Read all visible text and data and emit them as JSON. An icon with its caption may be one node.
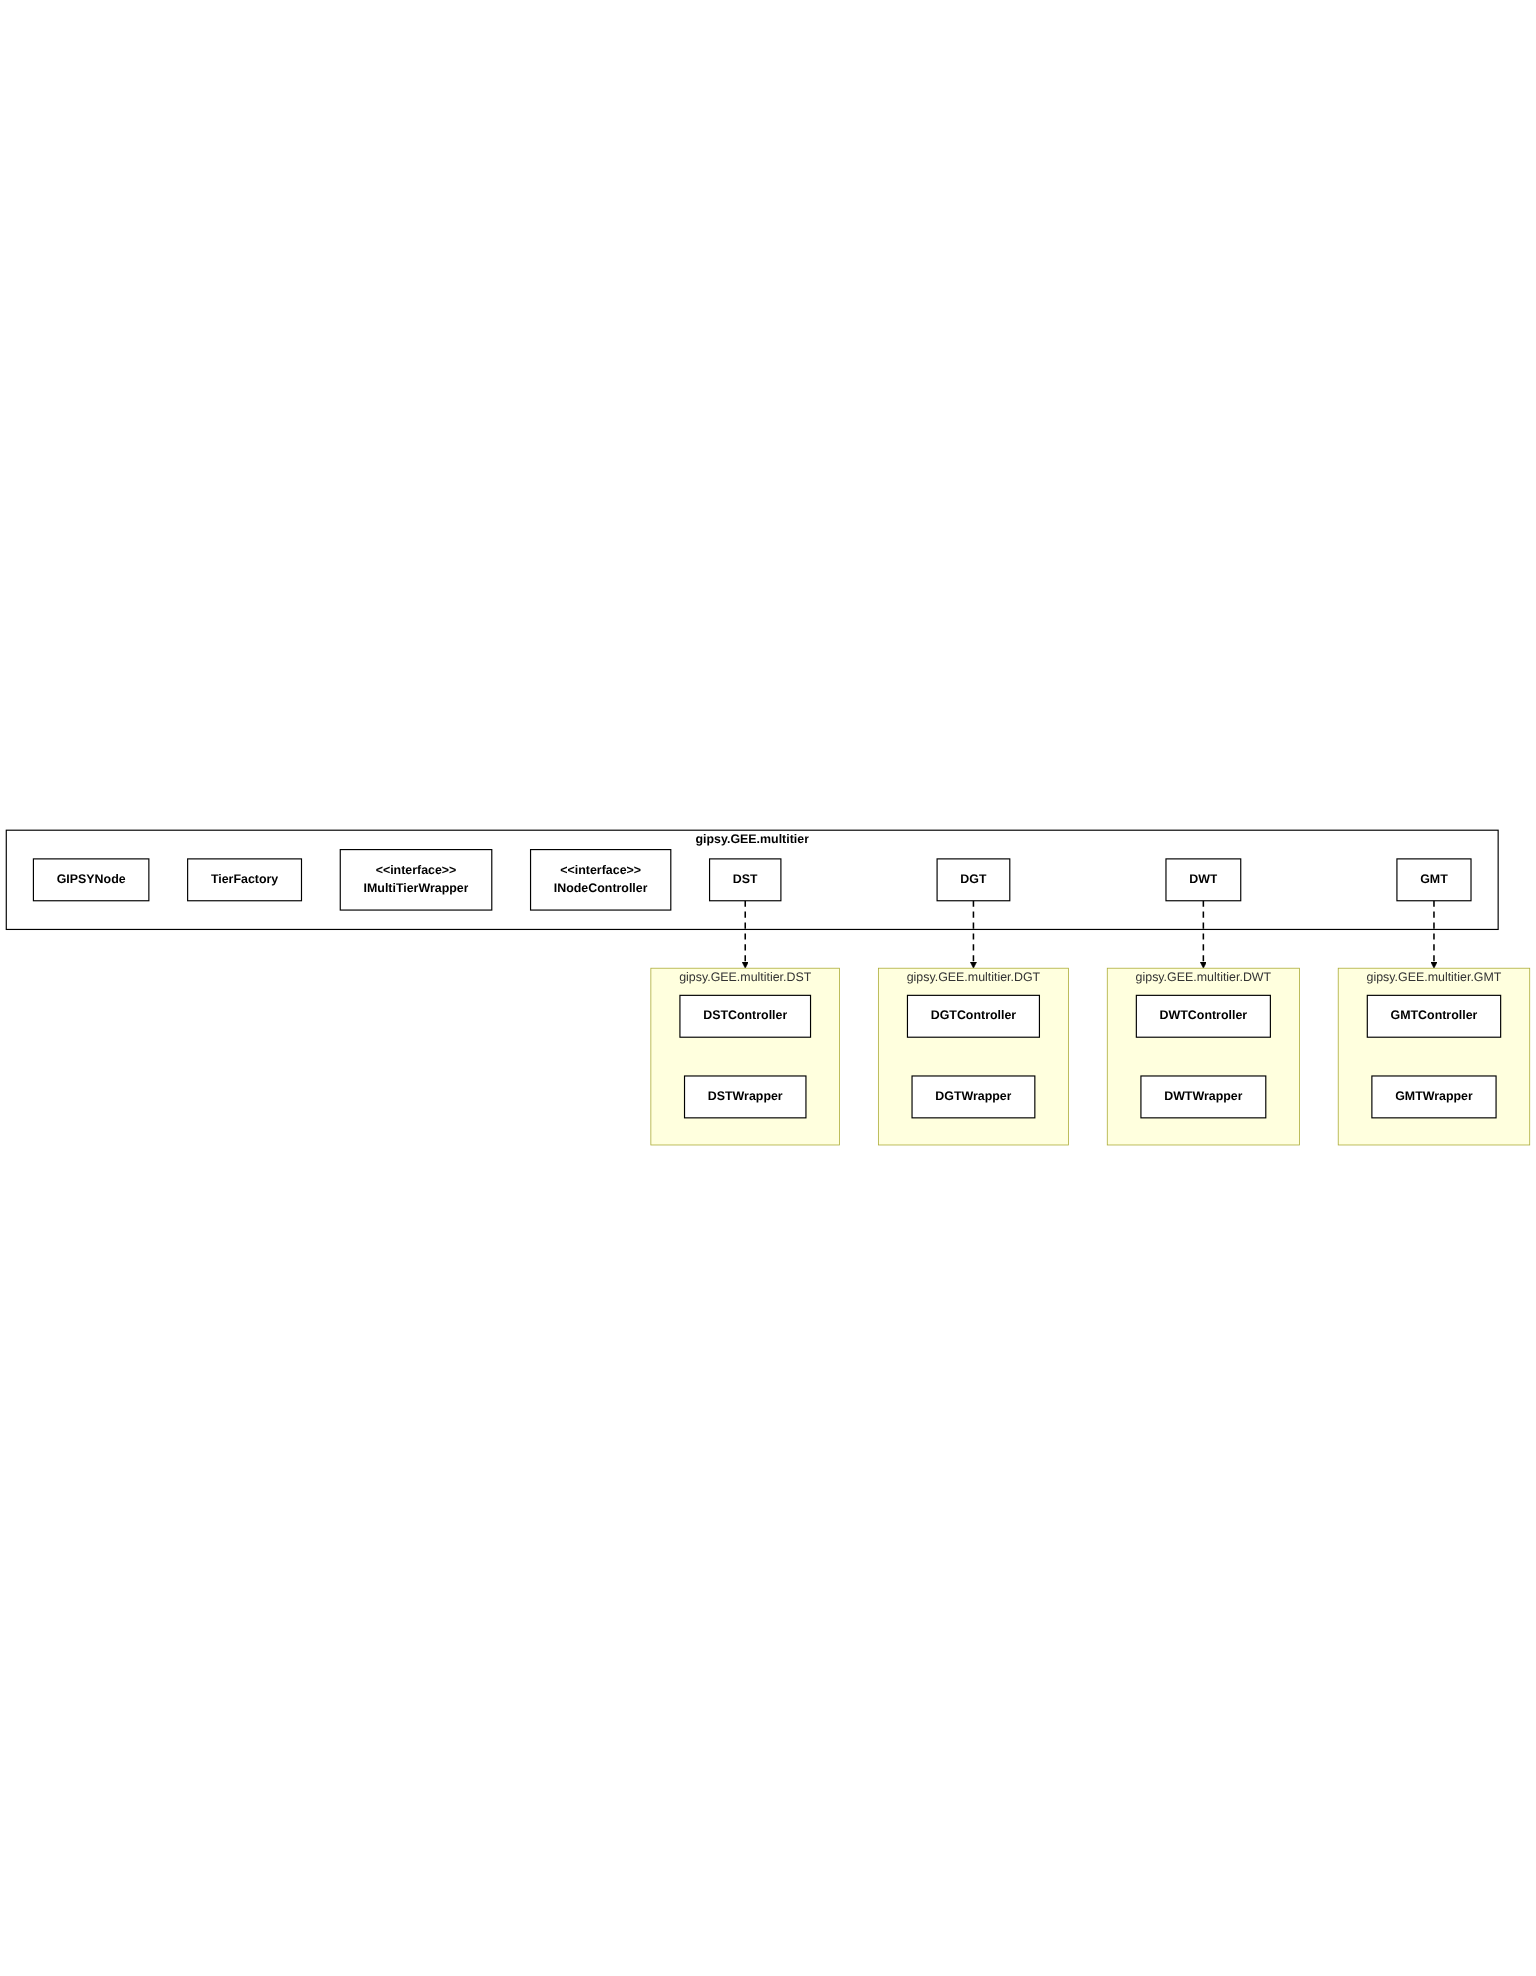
{
  "diagram": {
    "nodes": [
      {
        "text": [
          "gipsy.GEE.multitier"
        ]
      },
      {
        "text": [
          "GIPSYNode"
        ],
        "in": 0
      },
      {
        "text": [
          "TierFactory"
        ],
        "in": 0
      },
      {
        "text": [
          "<<interface>>",
          "IMultiTierWrapper"
        ],
        "in": 0
      },
      {
        "text": [
          "<<interface>>",
          "INodeController"
        ],
        "in": 0
      },
      {
        "text": [
          "DST"
        ],
        "in": 0
      },
      {
        "text": [
          "DGT"
        ],
        "in": 0
      },
      {
        "text": [
          "DWT"
        ],
        "in": 0
      },
      {
        "text": [
          "GMT"
        ],
        "in": 0
      },
      {
        "text": [
          "gipsy.GEE.multitier.DST"
        ]
      },
      {
        "text": [
          "DSTController"
        ],
        "in": 9
      },
      {
        "text": [
          "DSTWrapper"
        ],
        "in": 9
      },
      {
        "text": [
          "gipsy.GEE.multitier.GMT"
        ]
      },
      {
        "text": [
          "GMTController"
        ],
        "in": 12
      },
      {
        "text": [
          "GMTWrapper"
        ],
        "in": 12
      },
      {
        "text": [
          "gipsy.GEE.multitier.DGT"
        ]
      },
      {
        "text": [
          "DGTController"
        ],
        "in": 15
      },
      {
        "text": [
          "DGTWrapper"
        ],
        "in": 15
      },
      {
        "text": [
          "gipsy.GEE.multitier.DWT"
        ]
      },
      {
        "text": [
          "DWTController"
        ],
        "in": 18
      },
      {
        "text": [
          "DWTWrapper"
        ],
        "in": 18
      }
    ],
    "edges": [
      {
        "from": 5,
        "to": 9,
        "arrow": "to",
        "style": "dashed"
      },
      {
        "from": 6,
        "to": 15,
        "arrow": "to",
        "style": "dashed"
      },
      {
        "from": 7,
        "to": 18,
        "arrow": "to",
        "style": "dashed"
      },
      {
        "from": 8,
        "to": 12,
        "arrow": "to",
        "style": "dashed"
      }
    ]
  }
}
